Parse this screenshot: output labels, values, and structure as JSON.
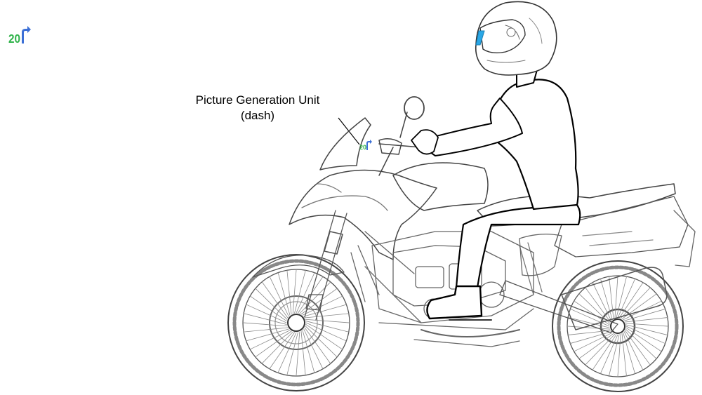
{
  "callout": {
    "line1": "Picture Generation Unit",
    "line2": "(dash)"
  },
  "hud_symbol": {
    "speed": "20",
    "icon": "turn-right-arrow-icon",
    "speed_color": "#2fb34a",
    "arrow_color": "#3b6fd6"
  },
  "visor_accent_color": "#2aa7e6"
}
